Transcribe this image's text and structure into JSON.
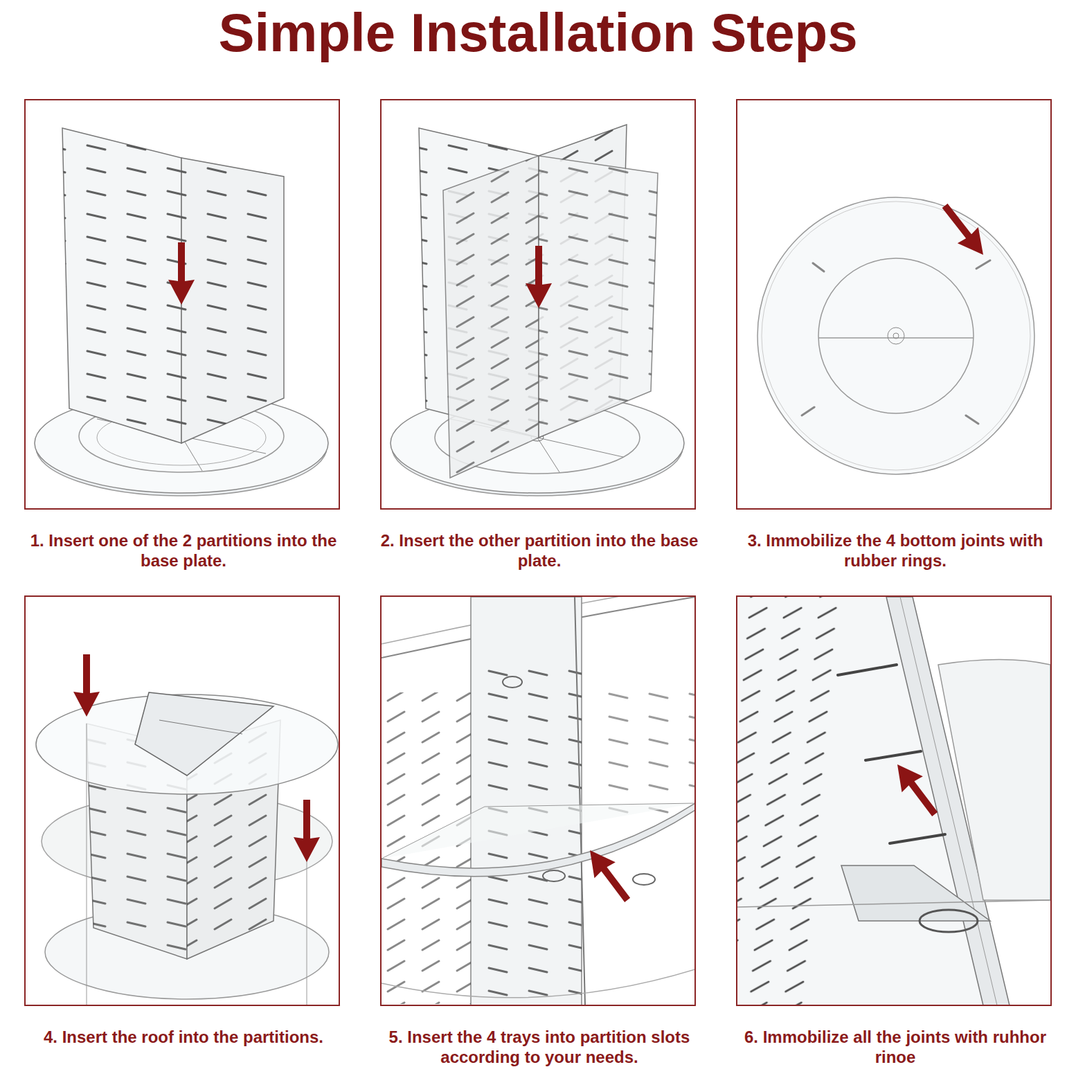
{
  "diagram": {
    "title": "Simple Installation Steps",
    "nodes": [
      {
        "text": [
          "1. Insert one of the 2 partitions into the base plate."
        ]
      },
      {
        "text": [
          "2. Insert the other partition into the base plate."
        ]
      },
      {
        "text": [
          "3. Immobilize the 4 bottom joints with rubber rings."
        ]
      },
      {
        "text": [
          "4. Insert the roof into the partitions."
        ]
      },
      {
        "text": [
          "5. Insert the 4 trays into partition slots according to your needs."
        ]
      },
      {
        "text": [
          "6. Immobilize all the joints with ruhhor rinoe"
        ]
      }
    ],
    "edges": []
  }
}
